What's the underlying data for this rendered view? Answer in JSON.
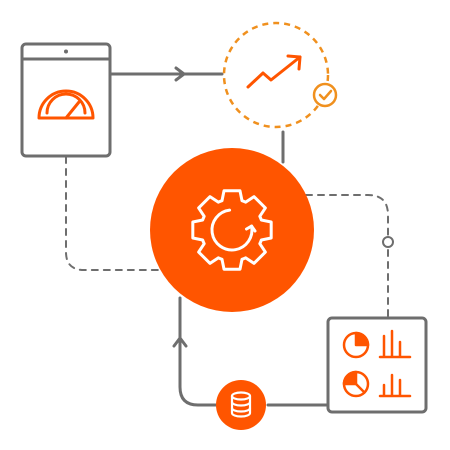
{
  "colors": {
    "accent": "#FF5500",
    "accent_light": "#F0901E",
    "stroke_gray": "#6E6E6E",
    "background": "#FFFFFF"
  },
  "icons": {
    "tablet": "speedometer-gauge-icon",
    "growth": "trending-up-arrow-icon",
    "badge": "check-circle-icon",
    "center": "gear-refresh-icon",
    "database": "database-icon",
    "report": "pie-and-bar-charts-icon"
  },
  "connectors": [
    {
      "from": "tablet",
      "to": "growth",
      "style": "solid",
      "arrow": true
    },
    {
      "from": "growth",
      "to": "center",
      "style": "solid",
      "arrow": false
    },
    {
      "from": "tablet",
      "to": "center",
      "style": "dashed",
      "arrow": false
    },
    {
      "from": "center",
      "to": "report",
      "style": "dashed",
      "arrow": false
    },
    {
      "from": "report",
      "to": "database",
      "style": "solid",
      "arrow": false
    },
    {
      "from": "database",
      "to": "center",
      "style": "solid",
      "arrow": true
    }
  ]
}
